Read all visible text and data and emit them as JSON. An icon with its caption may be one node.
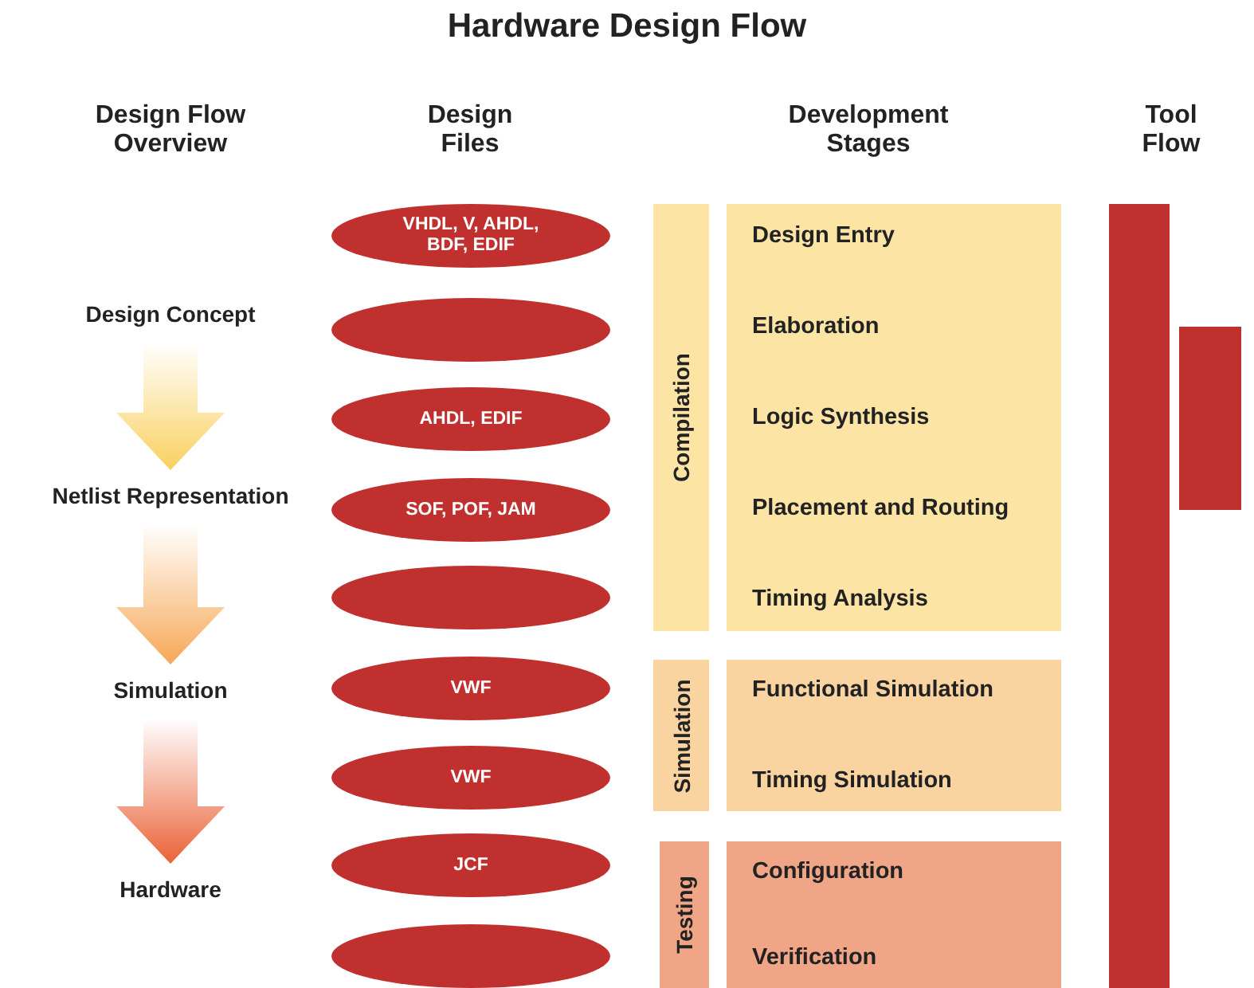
{
  "diagram": {
    "title": "Hardware Design Flow",
    "nodes": [
      {
        "text": [
          "Design Concept"
        ]
      },
      {
        "text": [
          "Netlist Representation"
        ]
      },
      {
        "text": [
          "Simulation"
        ]
      },
      {
        "text": [
          "Hardware"
        ]
      },
      {
        "text": [
          "VHDL, V, AHDL, BDF, EDIF"
        ]
      },
      {
        "text": [],
        "shape": "ellipse"
      },
      {
        "text": [
          "AHDL, EDIF"
        ]
      },
      {
        "text": [
          "SOF, POF, JAM"
        ]
      },
      {
        "text": [],
        "shape": "ellipse"
      },
      {
        "text": [
          "VWF"
        ]
      },
      {
        "text": [
          "VWF"
        ]
      },
      {
        "text": [
          "JCF"
        ]
      },
      {
        "text": [],
        "shape": "ellipse"
      },
      {
        "text": [
          "Compilation"
        ]
      },
      {
        "text": [
          "Design Entry",
          "Elaboration",
          "Logic Synthesis",
          "Placement and Routing",
          "Timing Analysis"
        ]
      },
      {
        "text": [
          "Simulation"
        ]
      },
      {
        "text": [
          "Functional Simulation",
          "Timing Simulation"
        ]
      },
      {
        "text": [
          "Testing"
        ]
      },
      {
        "text": [
          "Configuration",
          "Verification"
        ]
      },
      {
        "text": [],
        "shape": "bar"
      },
      {
        "text": [],
        "shape": "bar"
      }
    ],
    "edges": [
      {
        "from": 0,
        "to": 1,
        "arrow": "to",
        "style": "thick",
        "color": "#f9d05e"
      },
      {
        "from": 1,
        "to": 2,
        "arrow": "to",
        "style": "thick",
        "color": "#f6a856"
      },
      {
        "from": 2,
        "to": 3,
        "arrow": "to",
        "style": "thick",
        "color": "#ea6237"
      }
    ],
    "labels": [
      "Design Flow Overview",
      "Design Files",
      "Development Stages",
      "Tool Flow"
    ]
  }
}
